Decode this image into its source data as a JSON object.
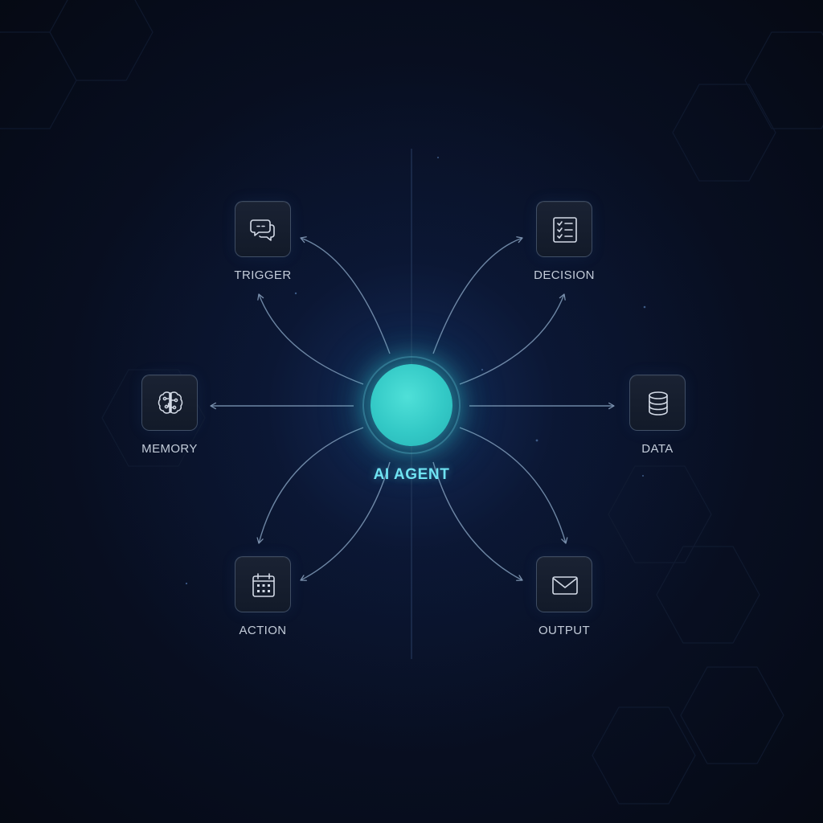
{
  "diagram": {
    "center": {
      "label": "AI AGENT",
      "color": "#3cd2cf"
    },
    "nodes": [
      {
        "id": "trigger",
        "label": "TRIGGER",
        "icon": "chat-bubbles-icon"
      },
      {
        "id": "decision",
        "label": "DECISION",
        "icon": "checklist-icon"
      },
      {
        "id": "memory",
        "label": "MEMORY",
        "icon": "brain-circuit-icon"
      },
      {
        "id": "data",
        "label": "DATA",
        "icon": "database-icon"
      },
      {
        "id": "action",
        "label": "ACTION",
        "icon": "calendar-icon"
      },
      {
        "id": "output",
        "label": "OUTPUT",
        "icon": "envelope-icon"
      }
    ],
    "colors": {
      "background": "#060b18",
      "connector": "#7f9ab8",
      "label": "#c3ccd9",
      "center_label": "#6fe3f2"
    }
  }
}
